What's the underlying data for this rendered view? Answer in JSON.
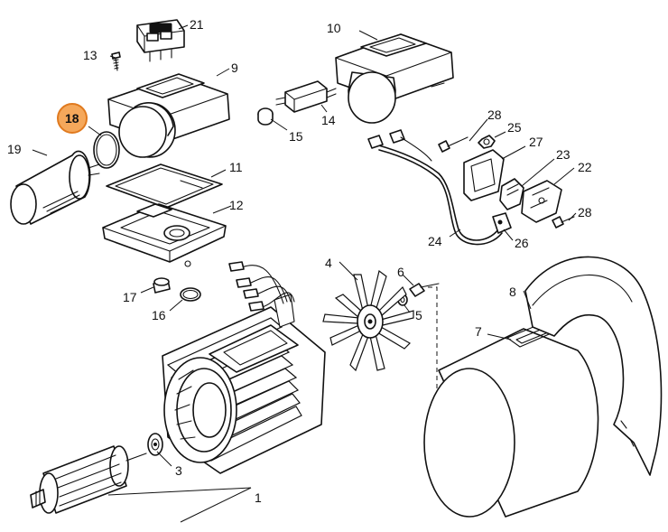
{
  "diagram": {
    "labels": {
      "p1": "1",
      "p3": "3",
      "p4": "4",
      "p5": "5",
      "p6": "6",
      "p7": "7",
      "p8": "8",
      "p9": "9",
      "p10": "10",
      "p11": "11",
      "p12": "12",
      "p13": "13",
      "p14": "14",
      "p15": "15",
      "p16": "16",
      "p17": "17",
      "p18": "18",
      "p19": "19",
      "p21": "21",
      "p22": "22",
      "p23": "23",
      "p24": "24",
      "p25": "25",
      "p26": "26",
      "p27": "27",
      "p28a": "28",
      "p28b": "28"
    },
    "highlight_color": "#f5a85b",
    "highlight_border": "#e07a1f"
  }
}
